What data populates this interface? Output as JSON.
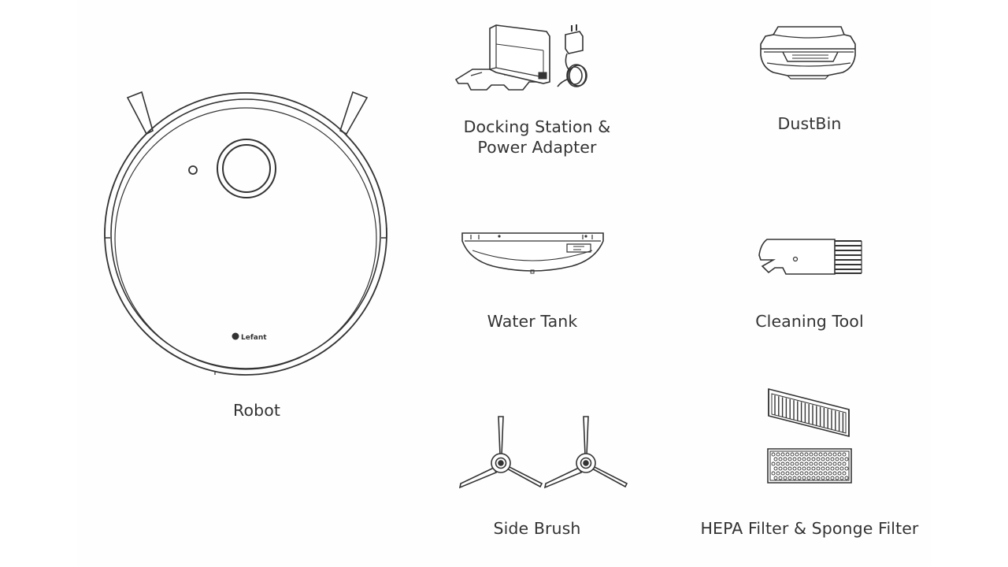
{
  "items": {
    "robot": {
      "label": "Robot",
      "logo_text": "Lefant"
    },
    "docking": {
      "label_line1": "Docking Station &",
      "label_line2": "Power Adapter"
    },
    "dustbin": {
      "label": "DustBin"
    },
    "water_tank": {
      "label": "Water Tank"
    },
    "cleaning_tool": {
      "label": "Cleaning Tool"
    },
    "side_brush": {
      "label": "Side Brush"
    },
    "filters": {
      "label": "HEPA Filter & Sponge Filter"
    }
  },
  "colors": {
    "line": "#333333",
    "text": "#333333",
    "background": "#ffffff"
  }
}
